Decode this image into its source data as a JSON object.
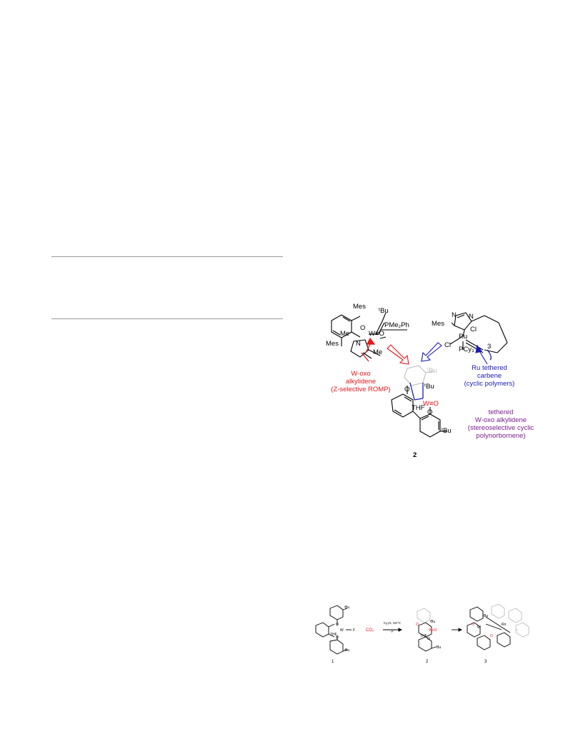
{
  "figure1": {
    "left_complex": {
      "atoms": {
        "mes_top": "Mes",
        "tbu": "ᵗBu",
        "o": "O",
        "pme2ph": "PMe₂Ph",
        "me_left": "Me",
        "w_oxo": "W≡O",
        "mes_bottom": "Mes",
        "n": "N",
        "me_right": "Me"
      },
      "caption": [
        "W-oxo",
        "alkylidene",
        "(Z-selective ROMP)"
      ]
    },
    "right_complex": {
      "atoms": {
        "n1": "N",
        "n2": "N",
        "mes": "Mes",
        "ru": "Ru",
        "cl1": "Cl",
        "cl2": "Cl",
        "pcy3": "PCy₃",
        "three": "3"
      },
      "caption": [
        "Ru tethered",
        "carbene",
        "(cyclic polymers)"
      ]
    },
    "center_complex": {
      "atoms": {
        "tbu_faded": "ᵗBu",
        "o_top": "O",
        "tbu": "ᵗBu",
        "thf": "THF",
        "w_oxo": "W≡O",
        "o_bottom": "O",
        "tbu_bottom": "ᵗBu"
      },
      "caption": [
        "tethered",
        "W-oxo alkylidene",
        "(stereoselective cyclic",
        "polynorbornene)"
      ],
      "number": "2"
    },
    "colors": {
      "red": "#e8161b",
      "blue": "#1a1ab8",
      "purple": "#7b1d8f",
      "gray": "#bdbdbd"
    }
  },
  "figure2": {
    "compound1": {
      "number": "1",
      "atoms": {
        "tbu_top": "ᵗBu",
        "o1": "O",
        "o2": "O",
        "w": "W",
        "f": "F",
        "thf": "THF",
        "tbu_bottom": "ᵗBu"
      }
    },
    "reagent": "CO₂",
    "arrow_conditions": [
      "Cy₃N, SS°C",
      "- F⁻"
    ],
    "compound2": {
      "number": "2",
      "atoms": {
        "o": "O",
        "tbu_top": "ᵗBu",
        "thf": "THF",
        "w_oxo": "W≡O",
        "o2": "O",
        "tbu_bottom": "ᵗBu"
      }
    },
    "compound3": {
      "number": "3",
      "atoms": {
        "tbu": "ᵗBu",
        "o": "O",
        "w": "W",
        "o2": "O",
        "rn": "Rn",
        "n": "n"
      }
    }
  }
}
